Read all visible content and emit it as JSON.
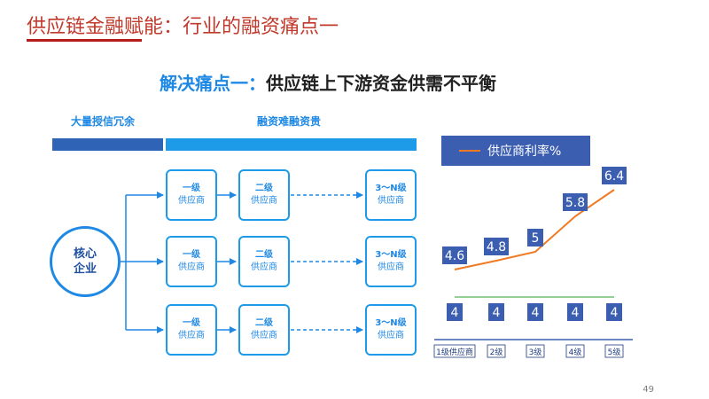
{
  "header": {
    "title": "供应链金融赋能：行业的融资痛点一"
  },
  "section": {
    "title_highlight": "解决痛点一：",
    "title_rest": "供应链上下游资金供需不平衡"
  },
  "diagram": {
    "left_header": "大量授信冗余",
    "right_header": "融资难融资贵",
    "core_line1": "核心",
    "core_line2": "企业",
    "rows": [
      {
        "nodes": [
          {
            "level": "一级",
            "label": "供应商"
          },
          {
            "level": "二级",
            "label": "供应商"
          },
          {
            "level": "3～N级",
            "label": "供应商"
          }
        ]
      },
      {
        "nodes": [
          {
            "level": "一级",
            "label": "供应商"
          },
          {
            "level": "二级",
            "label": "供应商"
          },
          {
            "level": "3～N级",
            "label": "供应商"
          }
        ]
      },
      {
        "nodes": [
          {
            "level": "一级",
            "label": "供应商"
          },
          {
            "level": "二级",
            "label": "供应商"
          },
          {
            "level": "3～N级",
            "label": "供应商"
          }
        ]
      }
    ],
    "colors": {
      "accent": "#1e88e5",
      "bar_dark": "#2f63b5",
      "bar_light": "#1e9be8"
    }
  },
  "chart_data": {
    "type": "line",
    "categories": [
      "1级供应商",
      "2级",
      "3级",
      "4级",
      "5级"
    ],
    "series": [
      {
        "name": "供应商利率%",
        "values": [
          4.6,
          4.8,
          5,
          5.8,
          6.4
        ],
        "labels": [
          "4.6",
          "4.8",
          "5",
          "5.8",
          "6.4"
        ],
        "color": "#f07a23"
      },
      {
        "name": "",
        "values": [
          4,
          4,
          4,
          4,
          4
        ],
        "labels": [
          "4",
          "4",
          "4",
          "4",
          "4"
        ],
        "color": "#70c070"
      }
    ],
    "legend": "top-left",
    "grid": false
  },
  "footer": {
    "page_number": "49"
  }
}
